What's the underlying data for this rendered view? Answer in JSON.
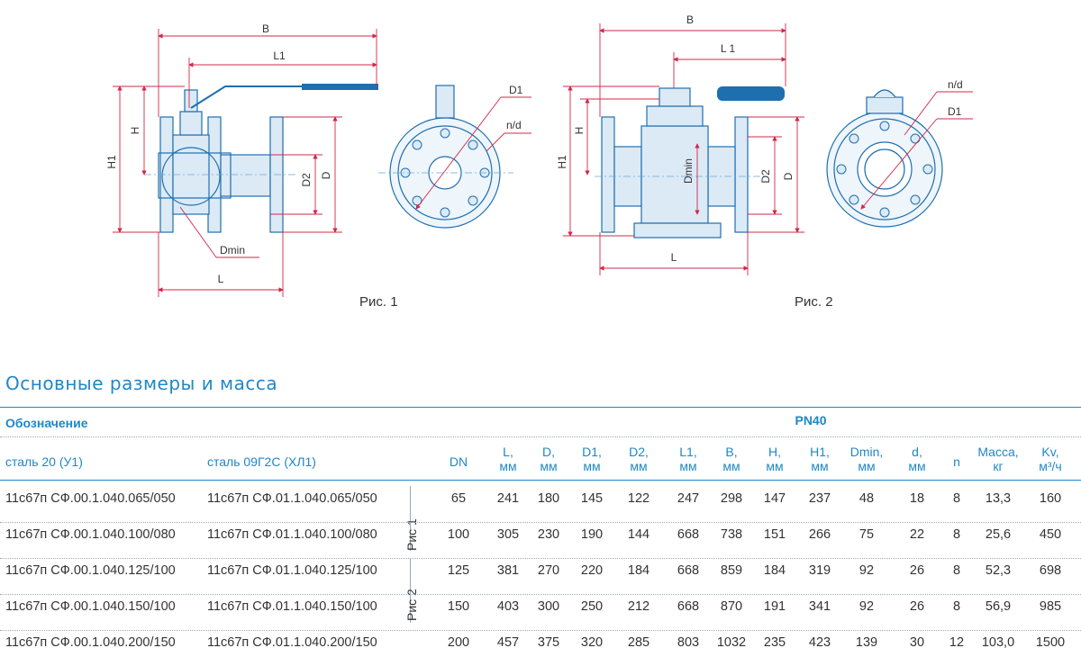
{
  "figures": {
    "fig1": {
      "caption": "Рис. 1",
      "labels": {
        "B": "B",
        "L1": "L1",
        "H1": "H1",
        "H": "H",
        "D2": "D2",
        "D": "D",
        "L": "L",
        "Dmin": "Dmin",
        "D1": "D1",
        "nd": "n/d"
      }
    },
    "fig2": {
      "caption": "Рис. 2",
      "labels": {
        "B": "B",
        "L1": "L 1",
        "H1": "H1",
        "H": "H",
        "Dmin": "Dmin",
        "D2": "D2",
        "D": "D",
        "L": "L",
        "nd": "n/d",
        "D1": "D1"
      }
    }
  },
  "section_title": "Основные размеры и масса",
  "table": {
    "designation_header": "Обозначение",
    "pressure_header": "PN40",
    "col_steel20": "сталь 20 (У1)",
    "col_09g2s": "сталь 09Г2С (ХЛ1)",
    "columns": [
      {
        "top": "DN",
        "bottom": ""
      },
      {
        "top": "L,",
        "bottom": "мм"
      },
      {
        "top": "D,",
        "bottom": "мм"
      },
      {
        "top": "D1,",
        "bottom": "мм"
      },
      {
        "top": "D2,",
        "bottom": "мм"
      },
      {
        "top": "L1,",
        "bottom": "мм"
      },
      {
        "top": "B,",
        "bottom": "мм"
      },
      {
        "top": "H,",
        "bottom": "мм"
      },
      {
        "top": "H1,",
        "bottom": "мм"
      },
      {
        "top": "Dmin,",
        "bottom": "мм"
      },
      {
        "top": "d,",
        "bottom": "мм"
      },
      {
        "top": "n",
        "bottom": ""
      },
      {
        "top": "Масса,",
        "bottom": "кг"
      },
      {
        "top": "Kv,",
        "bottom": "м³/ч"
      }
    ],
    "group_labels": [
      "Рис 1",
      "Рис 2"
    ],
    "rows": [
      {
        "s20": "11с67п СФ.00.1.040.065/050",
        "s09": "11с67п СФ.01.1.040.065/050",
        "vals": [
          "65",
          "241",
          "180",
          "145",
          "122",
          "247",
          "298",
          "147",
          "237",
          "48",
          "18",
          "8",
          "13,3",
          "160"
        ]
      },
      {
        "s20": "11с67п СФ.00.1.040.100/080",
        "s09": "11с67п СФ.01.1.040.100/080",
        "vals": [
          "100",
          "305",
          "230",
          "190",
          "144",
          "668",
          "738",
          "151",
          "266",
          "75",
          "22",
          "8",
          "25,6",
          "450"
        ]
      },
      {
        "s20": "11с67п СФ.00.1.040.125/100",
        "s09": "11с67п СФ.01.1.040.125/100",
        "vals": [
          "125",
          "381",
          "270",
          "220",
          "184",
          "668",
          "859",
          "184",
          "319",
          "92",
          "26",
          "8",
          "52,3",
          "698"
        ]
      },
      {
        "s20": "11с67п СФ.00.1.040.150/100",
        "s09": "11с67п СФ.01.1.040.150/100",
        "vals": [
          "150",
          "403",
          "300",
          "250",
          "212",
          "668",
          "870",
          "191",
          "341",
          "92",
          "26",
          "8",
          "56,9",
          "985"
        ]
      },
      {
        "s20": "11с67п СФ.00.1.040.200/150",
        "s09": "11с67п СФ.01.1.040.200/150",
        "vals": [
          "200",
          "457",
          "375",
          "320",
          "285",
          "803",
          "1032",
          "235",
          "423",
          "139",
          "30",
          "12",
          "103,0",
          "1500"
        ]
      }
    ]
  }
}
